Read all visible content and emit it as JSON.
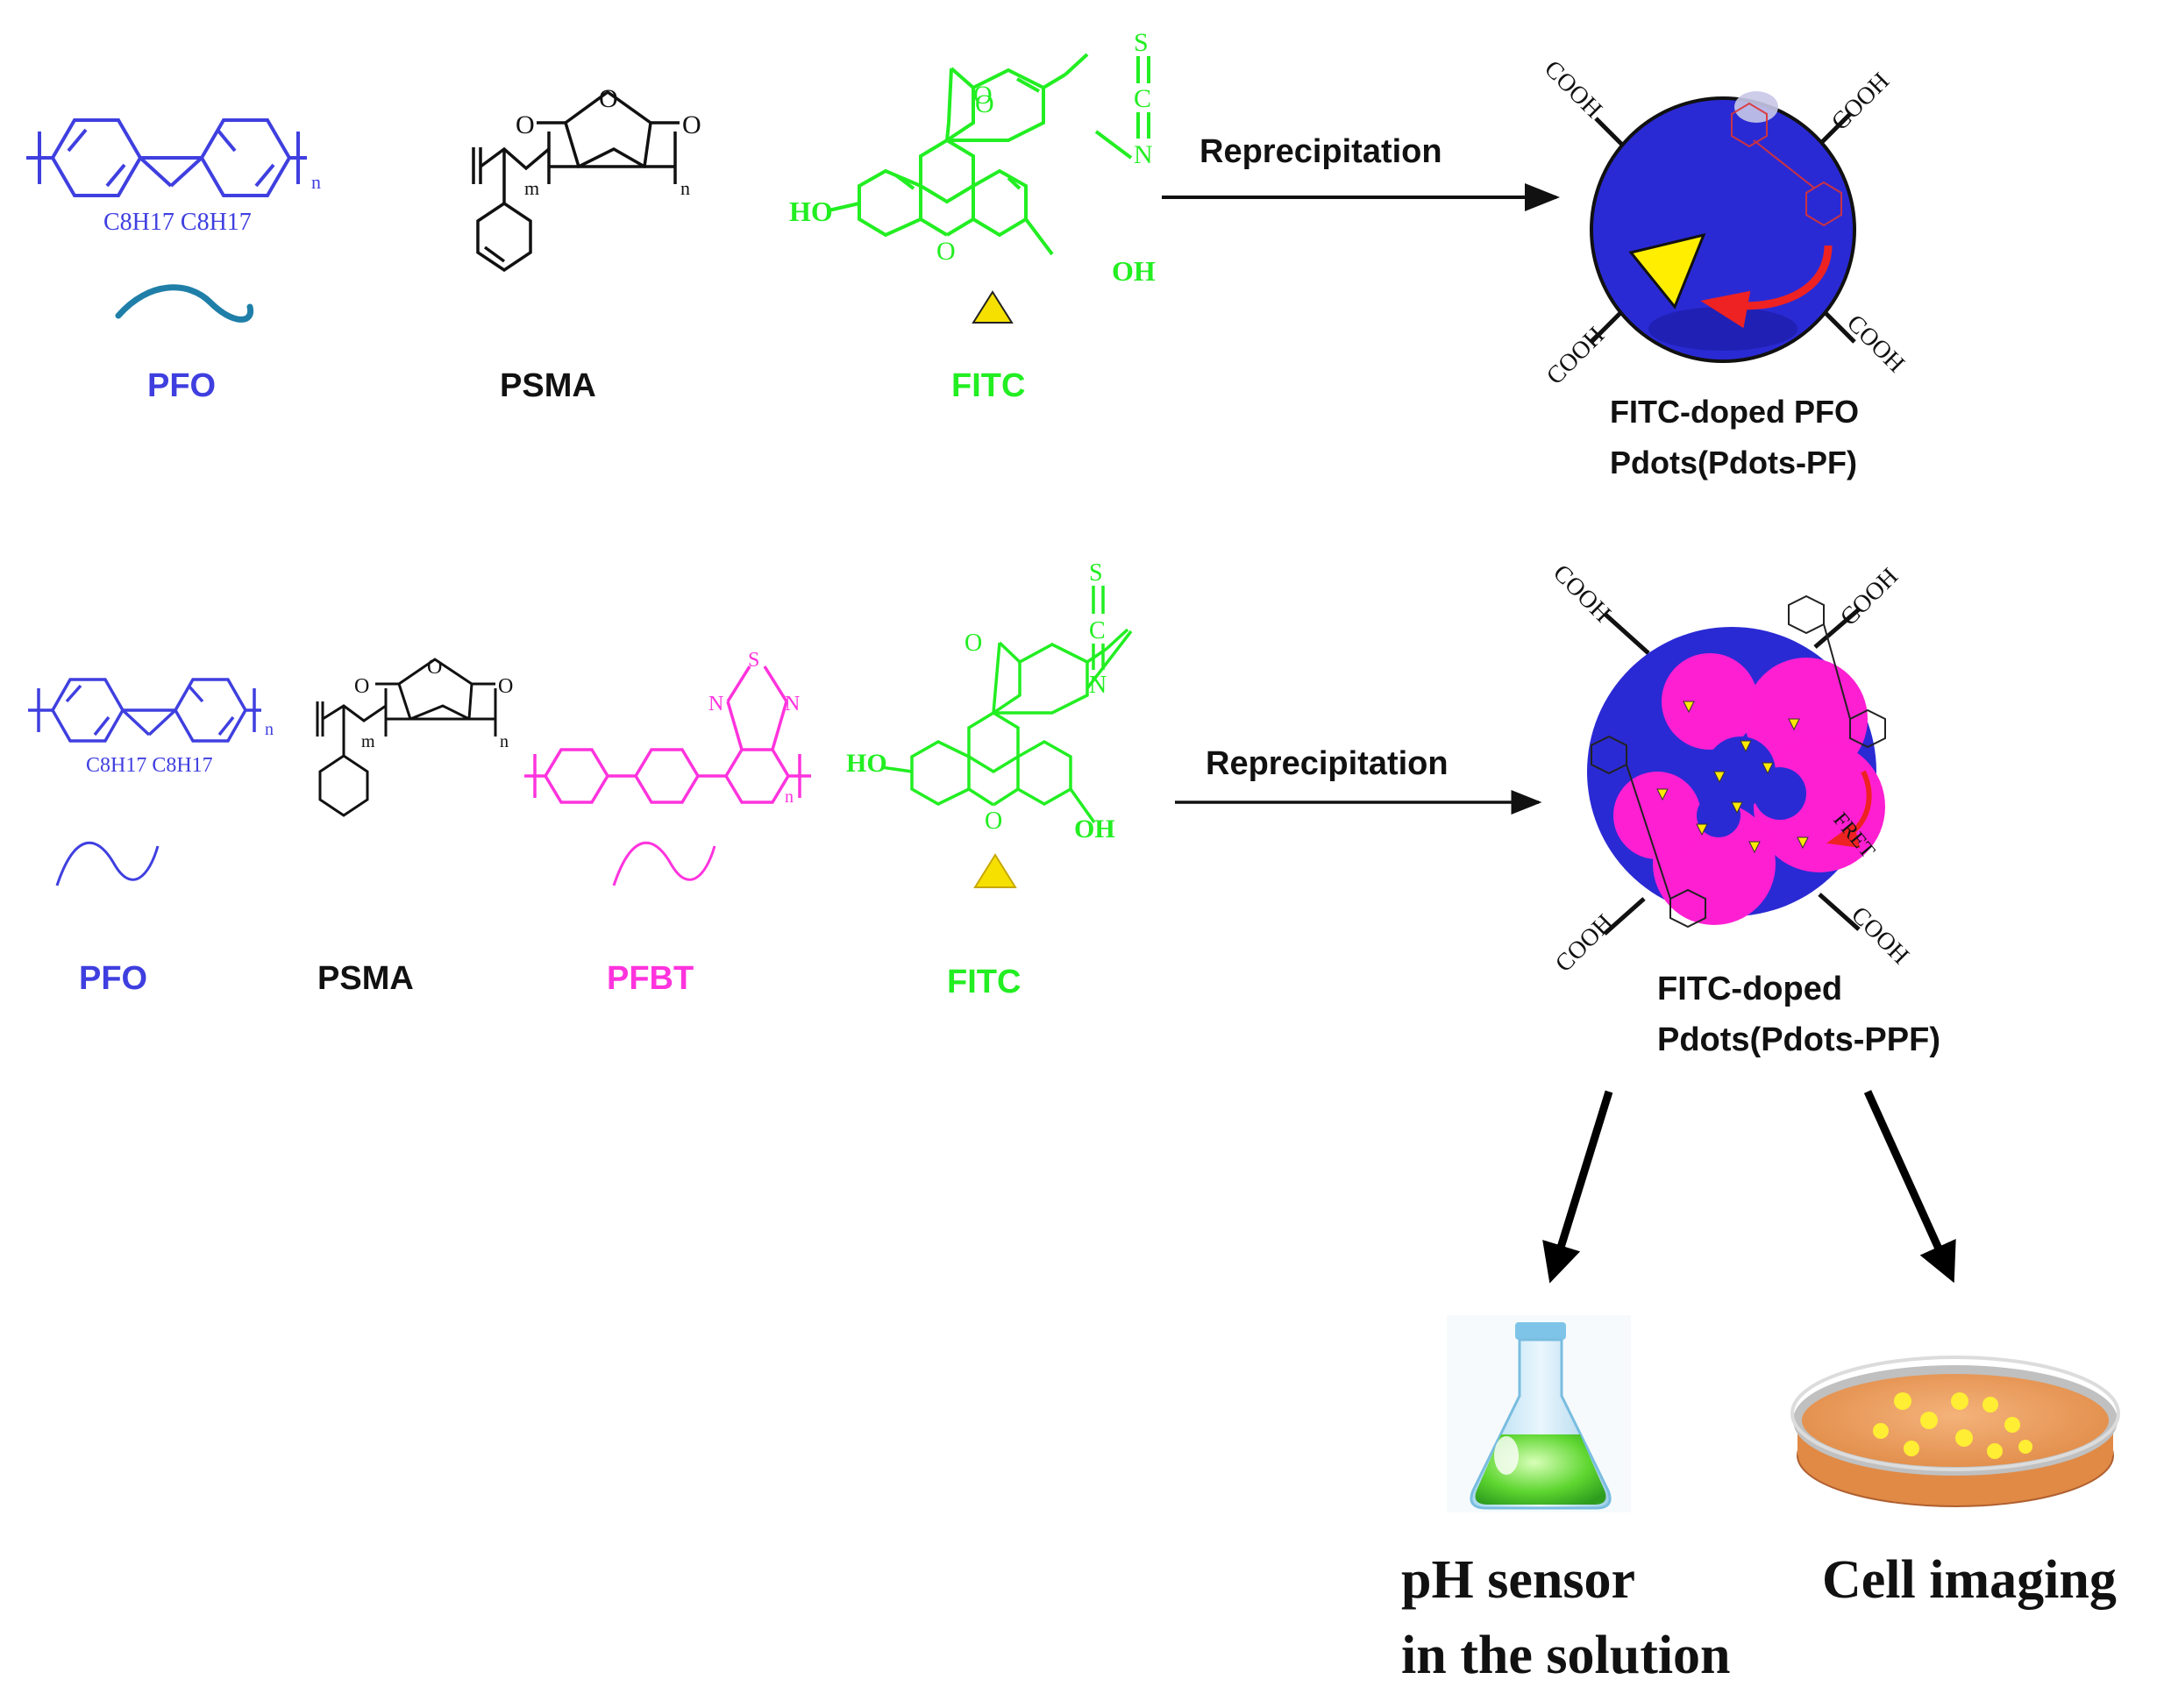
{
  "colors": {
    "pfo": "#3f3fe0",
    "psma": "#111111",
    "pfbt": "#ff33dd",
    "fitc": "#22ee22",
    "triangle": "#f5e000",
    "pdot_blue": "#2a2ad4",
    "pdot_magenta": "#ff1fd2",
    "arrow_red": "#ee2222"
  },
  "row1": {
    "pfo": {
      "label": "PFO",
      "subs": "C8H17  C8H17",
      "n": "n"
    },
    "psma": {
      "label": "PSMA",
      "m": "m",
      "n": "n"
    },
    "fitc": {
      "label": "FITC",
      "ho": "HO",
      "oh": "OH",
      "o": "O",
      "s": "S",
      "c": "C",
      "nn": "N"
    },
    "arrow_label": "Reprecipitation",
    "product": {
      "line1": "FITC-doped PFO",
      "line2": "Pdots(Pdots-PF)",
      "group": "COOH"
    }
  },
  "row2": {
    "pfo": {
      "label": "PFO",
      "subs": "C8H17  C8H17",
      "n": "n"
    },
    "psma": {
      "label": "PSMA",
      "m": "m",
      "n": "n"
    },
    "pfbt": {
      "label": "PFBT",
      "s": "S",
      "nn": "N",
      "n": "n"
    },
    "fitc": {
      "label": "FITC",
      "ho": "HO",
      "oh": "OH",
      "o": "O",
      "s": "S",
      "c": "C",
      "nn": "N"
    },
    "arrow_label": "Reprecipitation",
    "product": {
      "line1": "FITC-doped",
      "line2": "Pdots(Pdots-PPF)",
      "group": "COOH",
      "fret": "FRET"
    }
  },
  "applications": {
    "ph_line1": "pH sensor",
    "ph_line2": "in the solution",
    "cell": "Cell imaging",
    "flask_icon": "erlenmeyer-flask-icon",
    "dish_icon": "petri-dish-icon"
  }
}
